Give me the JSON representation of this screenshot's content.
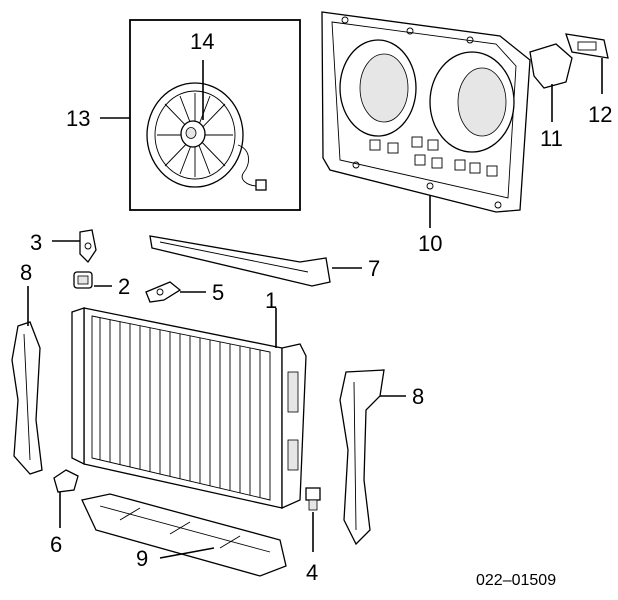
{
  "callouts": {
    "c1": "1",
    "c2": "2",
    "c3": "3",
    "c4": "4",
    "c5": "5",
    "c6": "6",
    "c7": "7",
    "c8a": "8",
    "c8b": "8",
    "c9": "9",
    "c10": "10",
    "c11": "11",
    "c12": "12",
    "c13": "13",
    "c14": "14"
  },
  "reference_code": "022–01509",
  "colors": {
    "ink": "#000000",
    "background": "#ffffff"
  }
}
